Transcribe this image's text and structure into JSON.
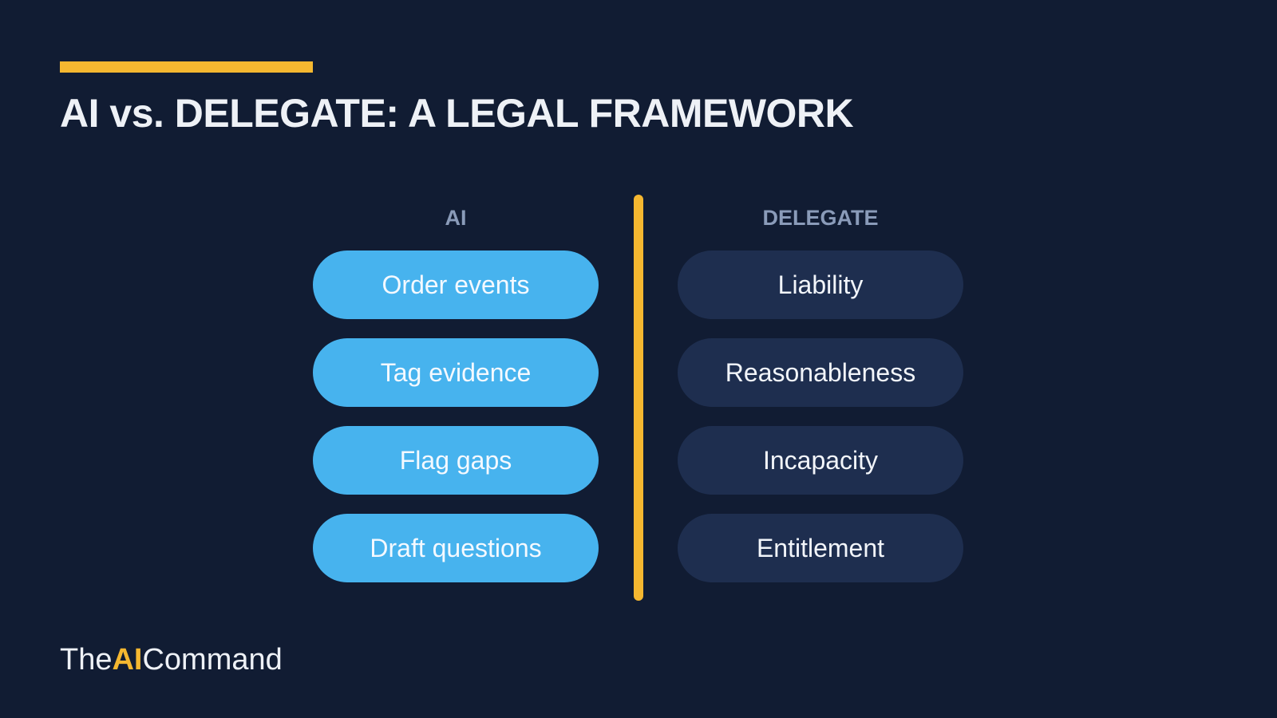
{
  "title": "AI vs. DELEGATE: A LEGAL FRAMEWORK",
  "colors": {
    "background": "#111c33",
    "accent": "#f5b730",
    "ai_pill": "#47b3ee",
    "delegate_pill": "#1e2e4f",
    "header_text": "#8a9bb9"
  },
  "left_column": {
    "header": "AI",
    "items": [
      "Order events",
      "Tag evidence",
      "Flag gaps",
      "Draft questions"
    ]
  },
  "right_column": {
    "header": "DELEGATE",
    "items": [
      "Liability",
      "Reasonableness",
      "Incapacity",
      "Entitlement"
    ]
  },
  "brand": {
    "prefix": "The",
    "highlight": "AI",
    "suffix": "Command"
  }
}
